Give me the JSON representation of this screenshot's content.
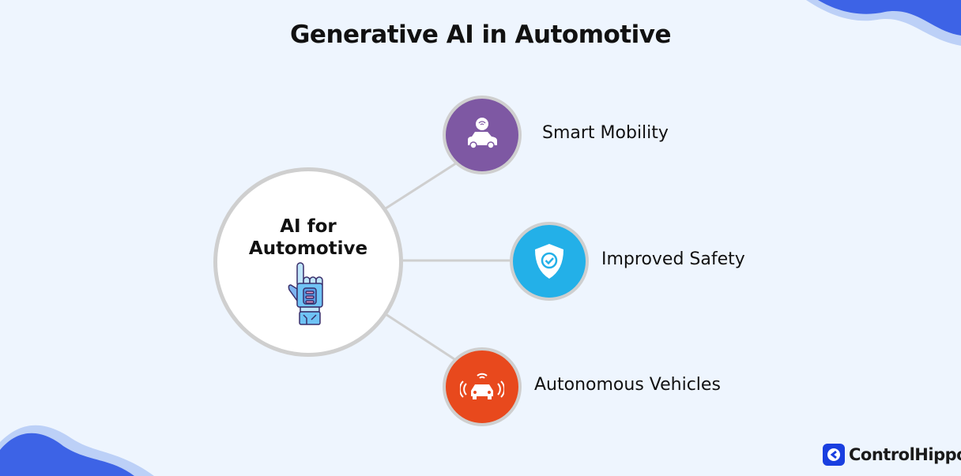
{
  "title": "Generative AI in Automotive",
  "hub": {
    "label_line1": "AI for",
    "label_line2": "Automotive",
    "icon": "robot-hand-icon"
  },
  "nodes": [
    {
      "label": "Smart Mobility",
      "icon": "connected-car-icon",
      "color": "#7e58a3"
    },
    {
      "label": "Improved Safety",
      "icon": "shield-check-icon",
      "color": "#23b0e8"
    },
    {
      "label": "Autonomous Vehicles",
      "icon": "autonomous-car-icon",
      "color": "#e8491d"
    }
  ],
  "brand": {
    "name": "ControlHippo",
    "color": "#1a3fe0"
  },
  "colors": {
    "background": "#eef5fe",
    "connector": "#cfcfcf"
  }
}
